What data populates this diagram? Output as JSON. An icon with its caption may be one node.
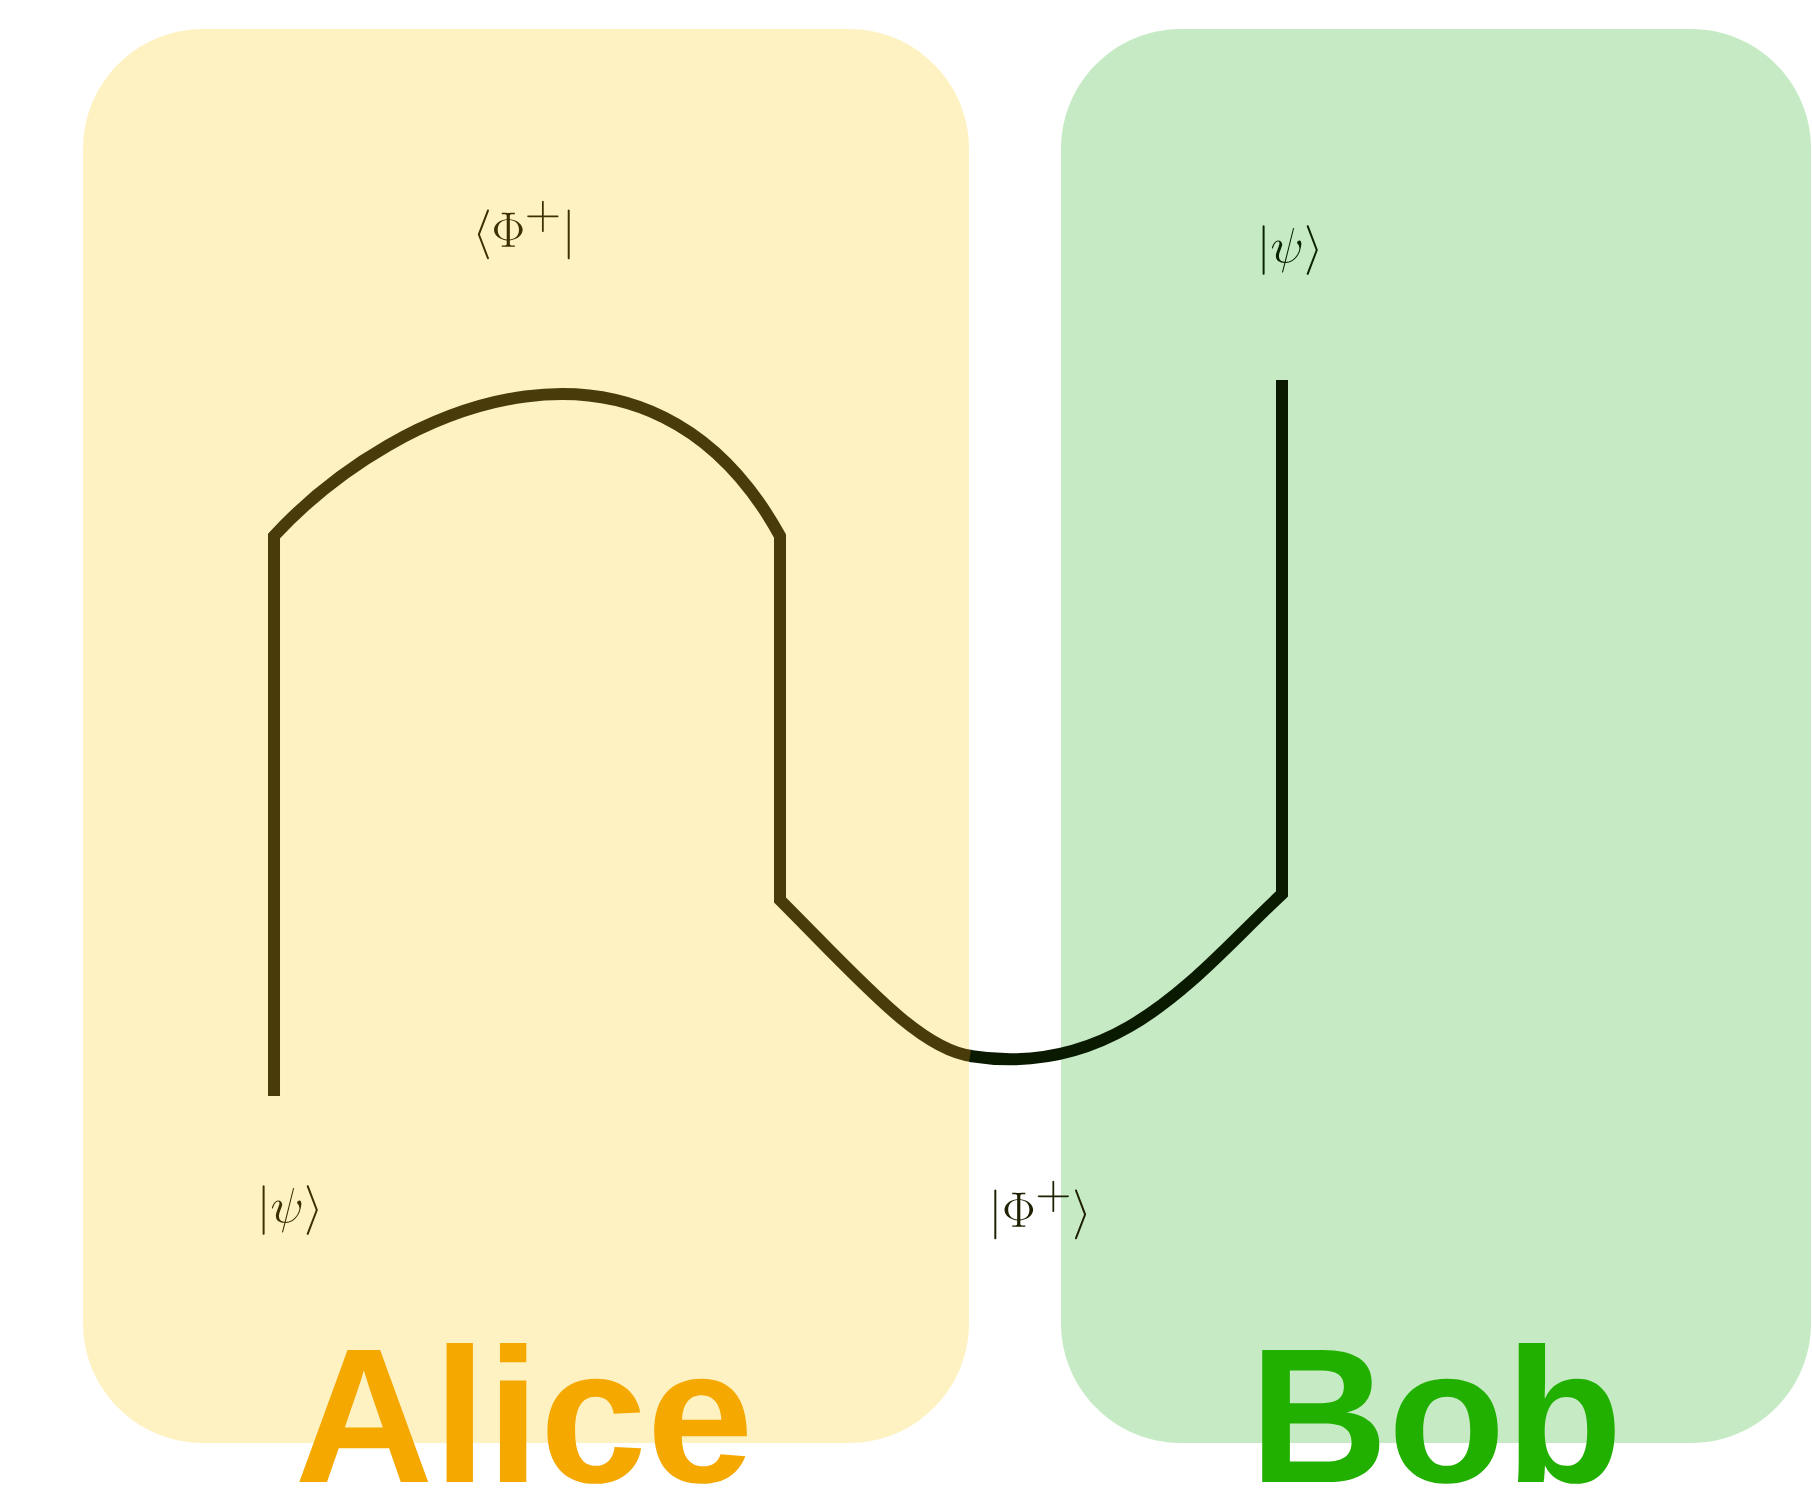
{
  "diagram": {
    "nodes": [
      {
        "text": [
          "Alice"
        ]
      },
      {
        "text": [
          "Bob"
        ]
      }
    ],
    "labels": [
      "\\langle\\Phi^{+}|",
      "|\\psi\\rangle",
      "|\\psi\\rangle",
      "|\\Phi^{+}\\rangle"
    ]
  }
}
